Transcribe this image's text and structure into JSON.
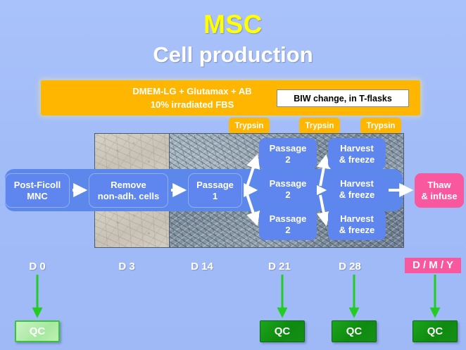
{
  "slide": {
    "title_main": "MSC",
    "title_sub": "Cell production",
    "background_color": "#a2bcf8"
  },
  "media": {
    "line1": "DMEM-LG + Glutamax + AB",
    "line2": "10% irradiated FBS",
    "note_label": "BIW change, in T-flasks",
    "color": "#ffb600"
  },
  "trypsin": {
    "label_1": "Trypsin",
    "label_2": "Trypsin",
    "label_3": "Trypsin"
  },
  "flow": {
    "mnc": "Post-Ficoll\nMNC",
    "mnc_line1": "Post-Ficoll",
    "mnc_line2": "MNC",
    "remove_line1": "Remove",
    "remove_line2": "non-adh. cells",
    "passage1_line1": "Passage",
    "passage1_line2": "1",
    "passage2_line1": "Passage",
    "passage2_line2": "2",
    "harvest_line1": "Harvest",
    "harvest_line2": "& freeze",
    "thaw_line1": "Thaw",
    "thaw_line2": "& infuse",
    "box_color": "#5e86ee",
    "thaw_color": "#f9589f"
  },
  "timeline": {
    "days": [
      {
        "label": "D 0"
      },
      {
        "label": "D 3"
      },
      {
        "label": "D 14"
      },
      {
        "label": "D 21"
      },
      {
        "label": "D 28"
      },
      {
        "label": "D / M / Y"
      }
    ]
  },
  "qc": {
    "label": "QC",
    "items": [
      {
        "label": "QC",
        "style": "pale"
      },
      {
        "label": "QC",
        "style": "solid"
      },
      {
        "label": "QC",
        "style": "solid"
      },
      {
        "label": "QC",
        "style": "solid"
      }
    ],
    "arrow_color": "#22cc22"
  }
}
